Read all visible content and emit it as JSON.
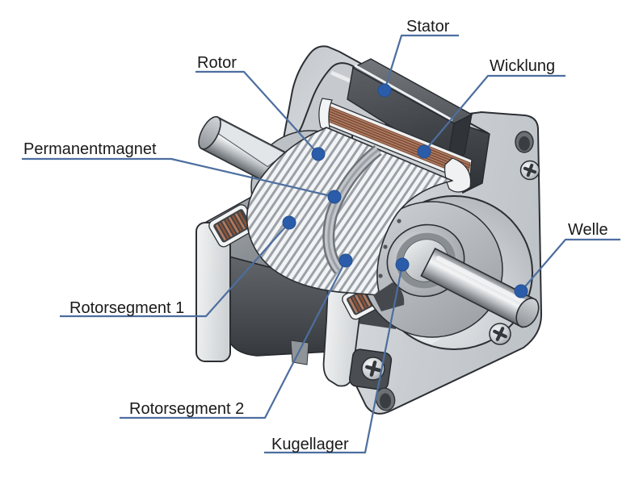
{
  "diagram": {
    "illustration": "stepper-motor-cutaway",
    "background_color": "#ffffff",
    "label_text_color": "#1a1a1a",
    "leader_line_color": "#4d6e9f",
    "marker_dot_color": "#2a5caa",
    "labels": [
      {
        "id": "stator",
        "text": "Stator"
      },
      {
        "id": "wicklung",
        "text": "Wicklung"
      },
      {
        "id": "rotor",
        "text": "Rotor"
      },
      {
        "id": "permanentmagnet",
        "text": "Permanentmagnet"
      },
      {
        "id": "welle",
        "text": "Welle"
      },
      {
        "id": "rotorsegment-1",
        "text": "Rotorsegment 1"
      },
      {
        "id": "rotorsegment-2",
        "text": "Rotorsegment 2"
      },
      {
        "id": "kugellager",
        "text": "Kugellager"
      }
    ]
  }
}
